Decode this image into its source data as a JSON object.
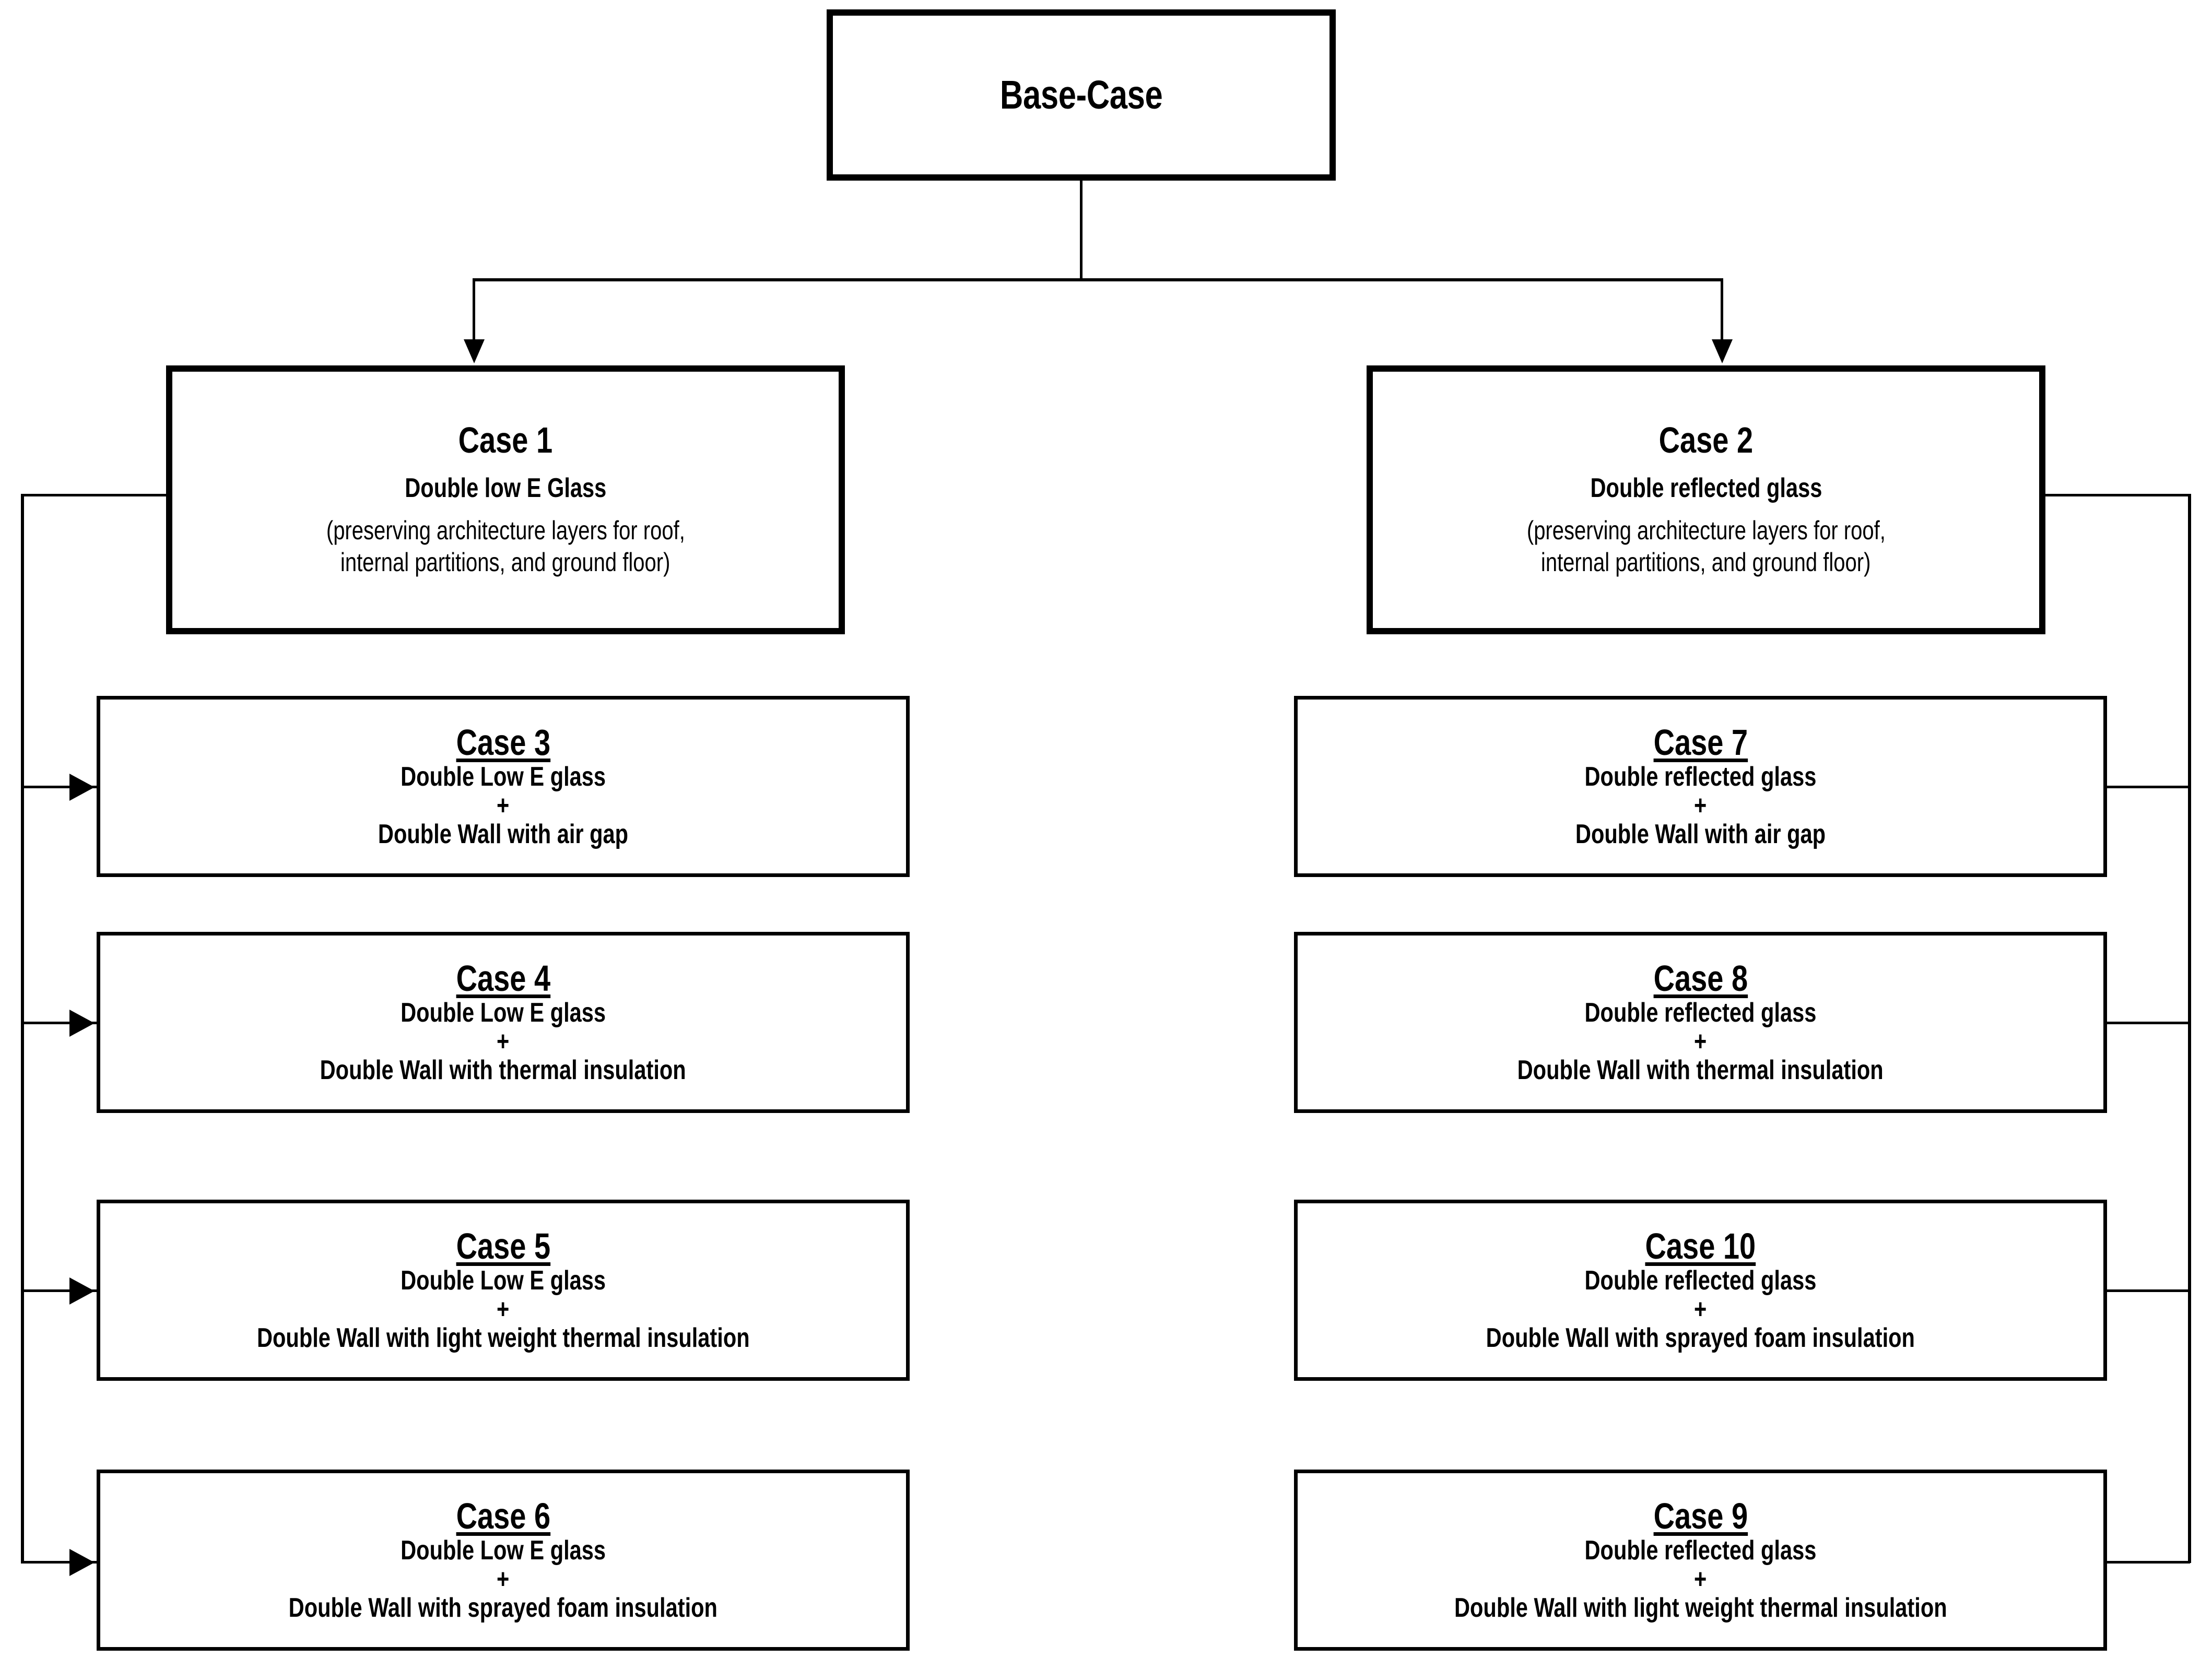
{
  "diagram": {
    "title_semantic": "case-study-hierarchy",
    "root": {
      "label": "Base-Case"
    },
    "branches": [
      {
        "id": "case-1",
        "title": "Case 1",
        "glass": "Double low E Glass",
        "note_line1": "(preserving architecture layers for roof,",
        "note_line2": "internal partitions, and ground floor)"
      },
      {
        "id": "case-2",
        "title": "Case 2",
        "glass": "Double reflected glass",
        "note_line1": "(preserving architecture layers for roof,",
        "note_line2": "internal partitions, and ground floor)"
      }
    ],
    "plus_symbol": "+",
    "left_column": [
      {
        "id": "case-3",
        "title": "Case 3",
        "glass": "Double Low E glass",
        "wall": "Double Wall with air gap"
      },
      {
        "id": "case-4",
        "title": "Case 4",
        "glass": "Double Low E glass",
        "wall": "Double Wall with thermal insulation"
      },
      {
        "id": "case-5",
        "title": "Case 5",
        "glass": "Double Low E glass",
        "wall": "Double Wall with light weight thermal insulation"
      },
      {
        "id": "case-6",
        "title": "Case 6",
        "glass": "Double Low E glass",
        "wall": "Double Wall with sprayed foam insulation"
      }
    ],
    "right_column": [
      {
        "id": "case-7",
        "title": "Case 7",
        "glass": "Double reflected glass",
        "wall": "Double Wall with air gap"
      },
      {
        "id": "case-8",
        "title": "Case 8",
        "glass": "Double reflected glass",
        "wall": "Double Wall with thermal insulation"
      },
      {
        "id": "case-10",
        "title": "Case 10",
        "glass": "Double reflected glass",
        "wall": "Double Wall with sprayed foam insulation"
      },
      {
        "id": "case-9",
        "title": "Case 9",
        "glass": "Double reflected glass",
        "wall": "Double Wall with light weight thermal insulation"
      }
    ],
    "colors": {
      "line": "#000000",
      "box_fill": "#ffffff",
      "text": "#000000"
    }
  }
}
